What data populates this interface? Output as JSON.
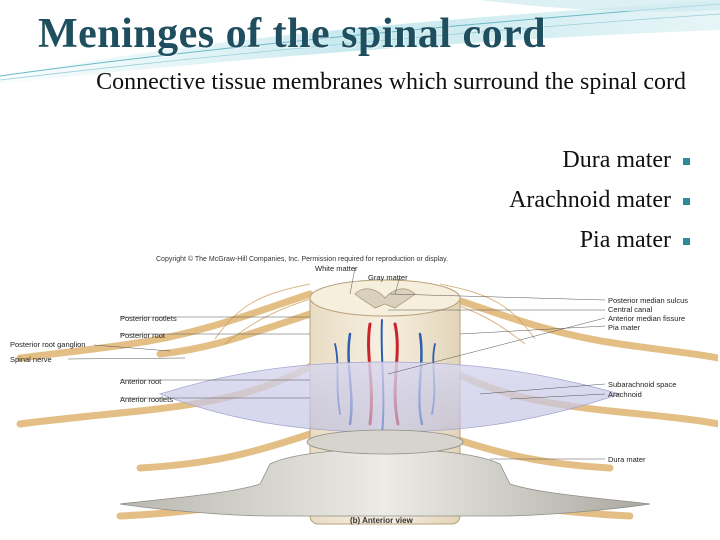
{
  "slide": {
    "title": "Meninges of the spinal cord",
    "intro": "Connective tissue membranes which surround the spinal cord",
    "bullets": [
      {
        "text": "Dura mater"
      },
      {
        "text": "Arachnoid mater"
      },
      {
        "text": "Pia mater"
      }
    ],
    "bullet_color": "#2a8c99",
    "title_color": "#1f4e5f"
  },
  "figure": {
    "copyright": "Copyright © The McGraw-Hill Companies, Inc. Permission required for reproduction or display.",
    "caption": "(b) Anterior view",
    "labels_left": {
      "posterior_rootlets": "Posterior rootlets",
      "posterior_root": "Posterior root",
      "posterior_root_ganglion": "Posterior root ganglion",
      "spinal_nerve": "Spinal nerve",
      "anterior_root": "Anterior root",
      "anterior_rootlets": "Anterior rootlets"
    },
    "labels_top": {
      "white_matter": "White matter",
      "gray_matter": "Gray matter"
    },
    "labels_right": {
      "posterior_median_sulcus": "Posterior median sulcus",
      "central_canal": "Central canal",
      "anterior_median_fissure": "Anterior median fissure",
      "pia_mater": "Pia mater",
      "subarachnoid_space": "Subarachnoid space",
      "arachnoid": "Arachnoid",
      "dura_mater": "Dura mater"
    }
  }
}
